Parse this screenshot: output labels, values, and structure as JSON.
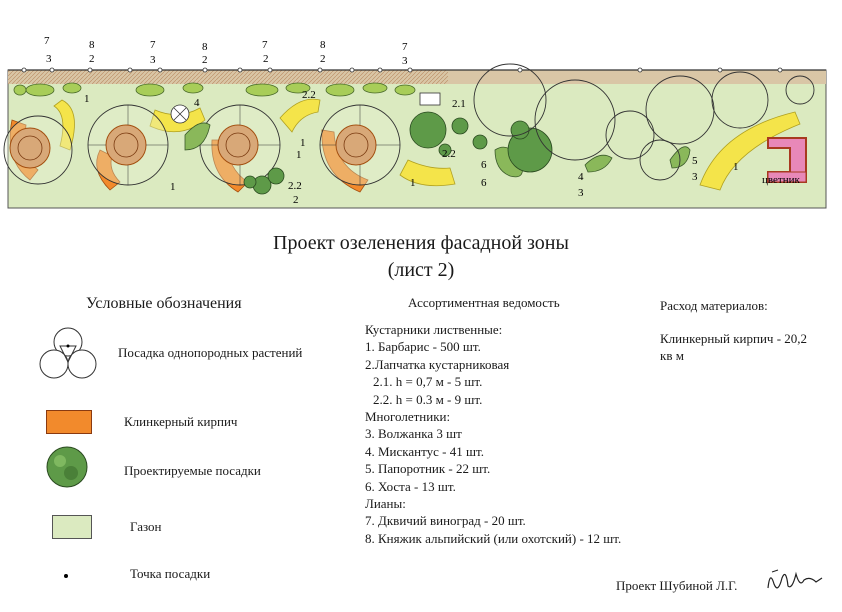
{
  "title_line1": "Проект озеленения фасадной зоны",
  "title_line2": "(лист 2)",
  "legend": {
    "title": "Условные обозначения",
    "items": [
      {
        "label": "Посадка однопородных растений"
      },
      {
        "label": "Клинкерный кирпич"
      },
      {
        "label": "Проектируемые посадки"
      },
      {
        "label": "Газон"
      },
      {
        "label": "Точка посадки"
      }
    ]
  },
  "assortment": {
    "title": "Ассортиментная ведомость",
    "lines": [
      "Кустарники лиственные:",
      "1. Барбарис - 500 шт.",
      "2.Лапчатка кустарниковая",
      "2.1. h = 0,7 м - 5 шт.",
      "2.2. h = 0.3 м - 9 шт.",
      "Многолетники:",
      "3. Волжанка 3 шт",
      "4. Мискантус - 41 шт.",
      "5. Папоротник - 22 шт.",
      "6. Хоста - 13 шт.",
      "Лианы:",
      "7. Дквичий виноград - 20 шт.",
      "8. Княжик альпийский (или охотский) - 12 шт."
    ]
  },
  "materials": {
    "title": "Расход материалов:",
    "text": "Клинкерный кирпич - 20,2 кв м"
  },
  "author": "Проект Шубиной Л.Г.",
  "plan": {
    "flowerbed_label": "цветник",
    "labels": [
      "7",
      "3",
      "8",
      "2",
      "7",
      "3",
      "8",
      "2",
      "7",
      "2",
      "8",
      "2",
      "7",
      "3",
      "1",
      "4",
      "2.2",
      "2.1",
      "2.2",
      "6",
      "6",
      "4",
      "3",
      "5",
      "3",
      "1",
      "1",
      "1",
      "2.2",
      "2",
      "1",
      "1"
    ]
  },
  "colors": {
    "lawn": "#dbeac0",
    "brick": "#f28a2c",
    "yellow": "#f4e44a",
    "planting": "#5e9a48",
    "flowerbed": "#e888b8"
  },
  "icons": [
    "single-species-planting-icon",
    "clinker-brick-swatch",
    "planting-icon",
    "lawn-swatch",
    "planting-point-icon"
  ]
}
